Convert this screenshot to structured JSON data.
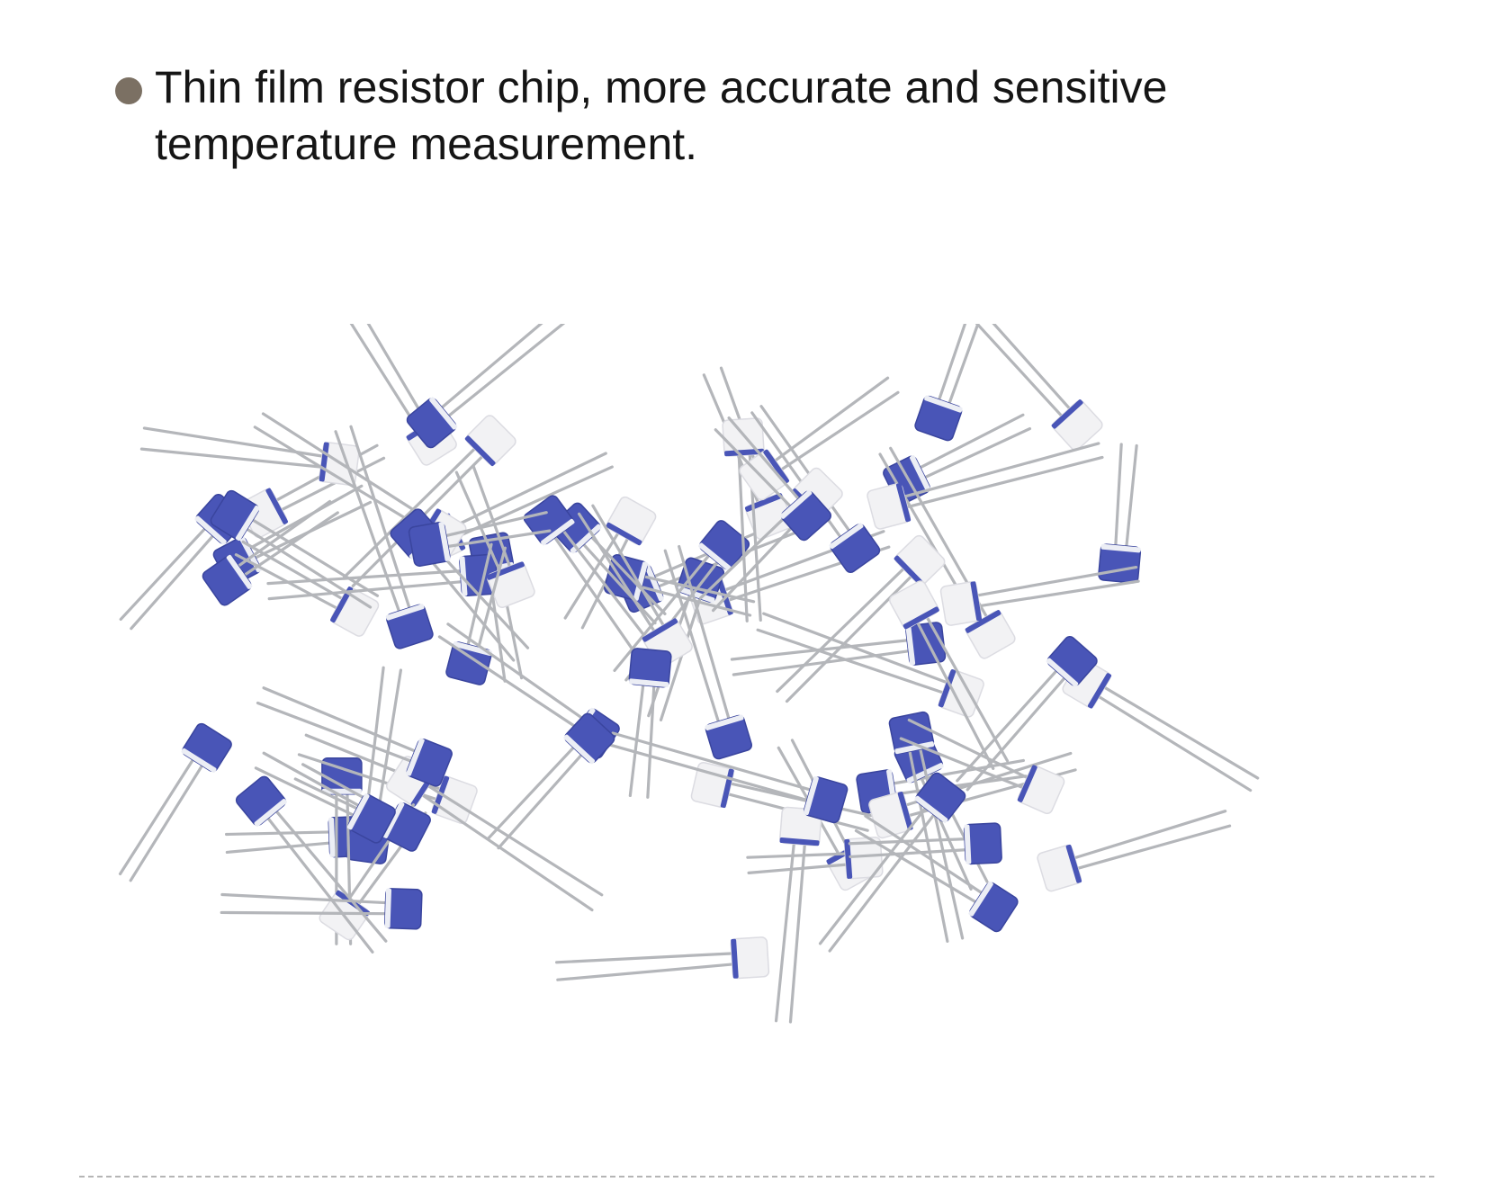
{
  "feature": {
    "text": "Thin film resistor chip, more accurate and sensitive\ntemperature measurement.",
    "bullet_color": "#7b7063",
    "text_color": "#151515"
  },
  "photo": {
    "subject": "pile of thin film resistor chips with wire leads",
    "chip_colors": [
      "#4955b7",
      "#f2f2f4"
    ],
    "lead_color": "#b4b6ba",
    "background": "#ffffff"
  },
  "divider": {
    "style": "dashed",
    "color": "#b5b5b5"
  }
}
